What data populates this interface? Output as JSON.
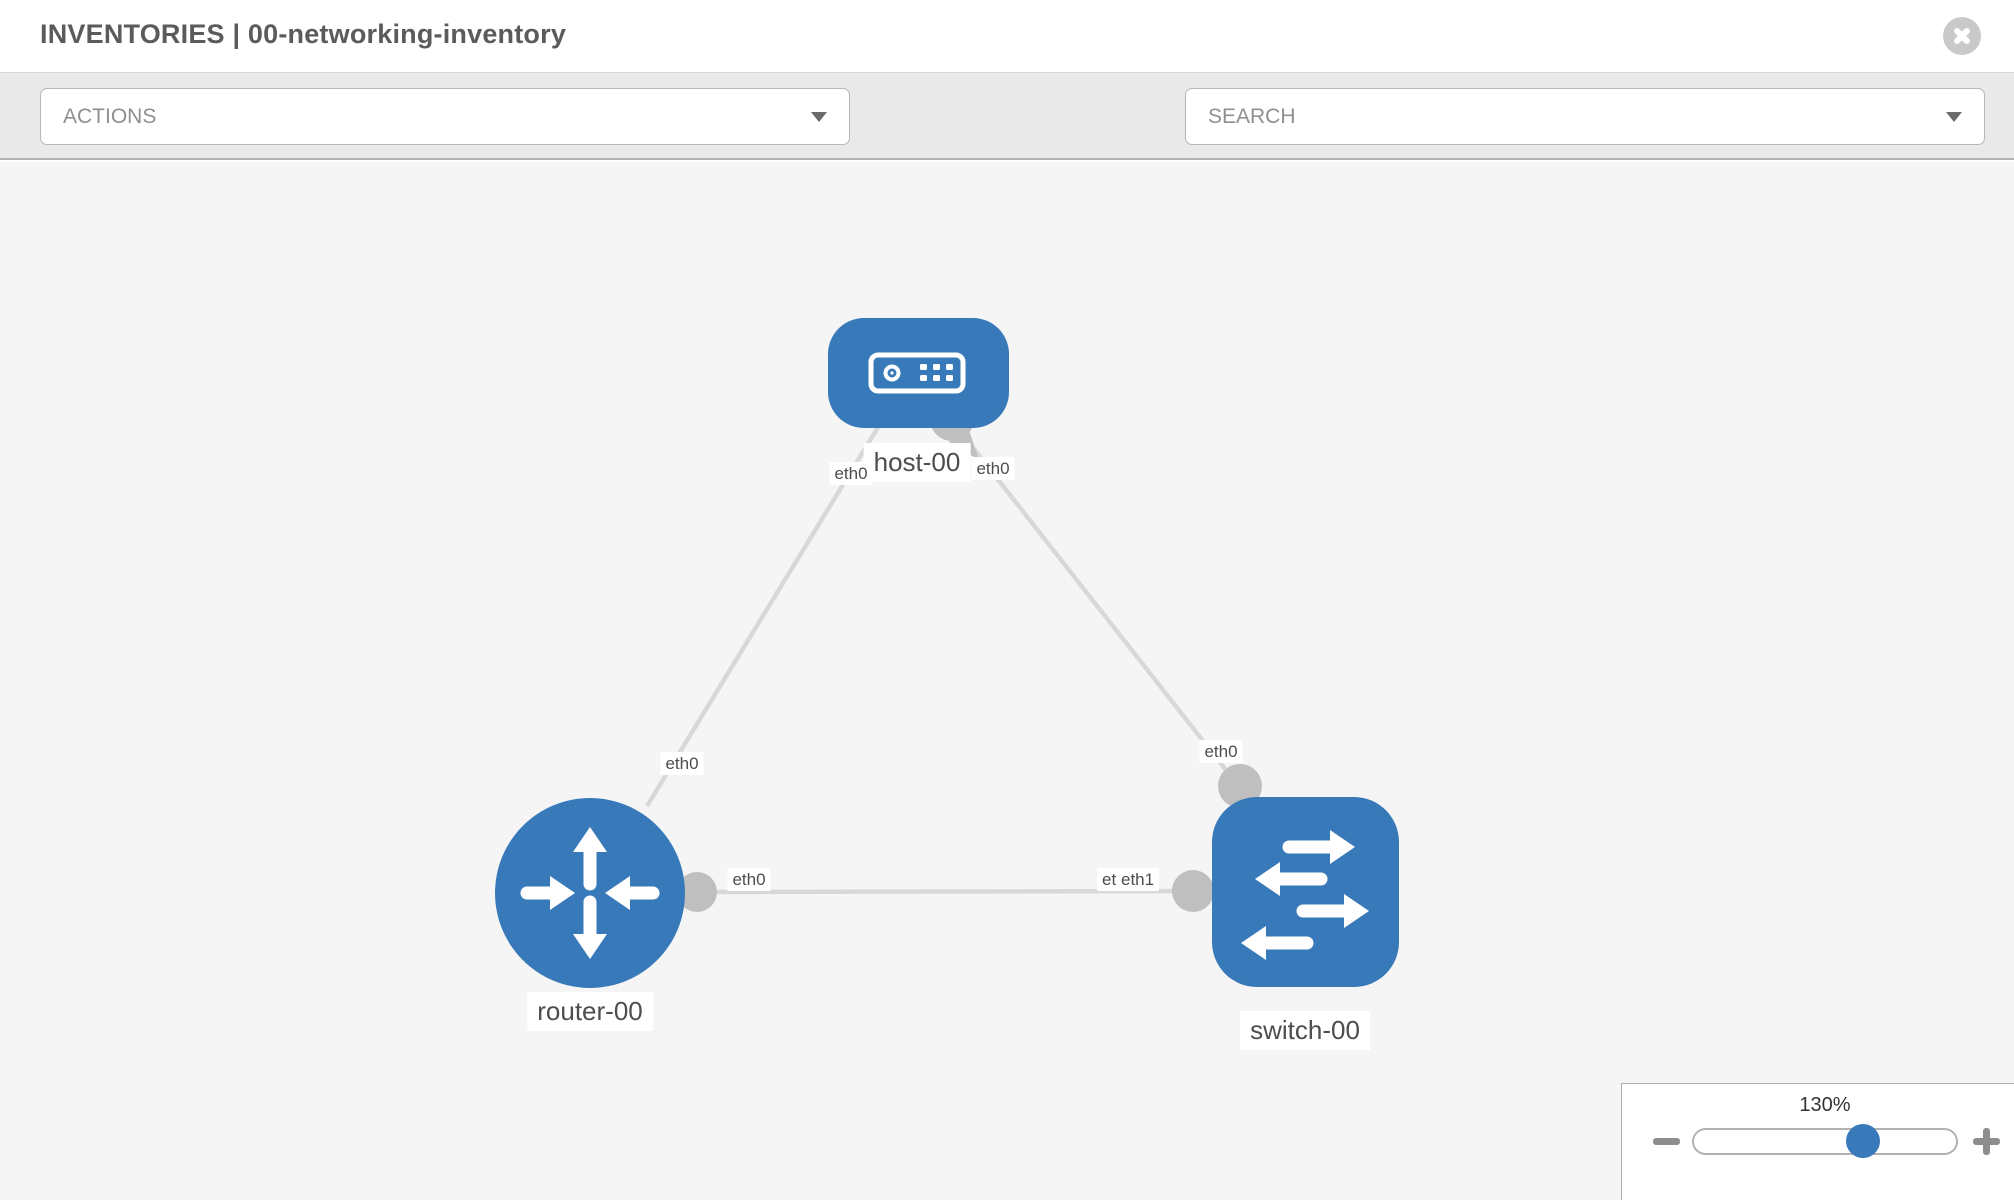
{
  "window": {
    "title": "INVENTORIES | 00-networking-inventory"
  },
  "toolbar": {
    "actions_label": "ACTIONS",
    "search_label": "SEARCH"
  },
  "topology": {
    "nodes": [
      {
        "id": "host-00",
        "type": "host",
        "label": "host-00"
      },
      {
        "id": "router-00",
        "type": "router",
        "label": "router-00"
      },
      {
        "id": "switch-00",
        "type": "switch",
        "label": "switch-00"
      }
    ],
    "links": [
      {
        "from": "host-00",
        "from_if": "eth0",
        "to": "router-00",
        "to_if": "eth0"
      },
      {
        "from": "host-00",
        "from_if": "eth0",
        "to": "switch-00",
        "to_if": "eth0"
      },
      {
        "from": "router-00",
        "from_if": "eth0",
        "to": "switch-00",
        "to_if": "eth1",
        "to_if_overlapped": "eth0"
      }
    ]
  },
  "zoom_control": {
    "level": "130%",
    "zoom_out_icon": "minus",
    "zoom_in_icon": "plus"
  },
  "icons": {
    "close": "circle-x",
    "wrench": "wrench",
    "key": "key",
    "actions_caret": "chevron-down",
    "search_caret": "chevron-down"
  },
  "colors": {
    "node_fill": "#3879ba",
    "link": "#d8d8d8",
    "port": "#bfbfbf",
    "canvas_bg": "#f5f5f5",
    "toolbar_bg": "#e9e9e9"
  }
}
